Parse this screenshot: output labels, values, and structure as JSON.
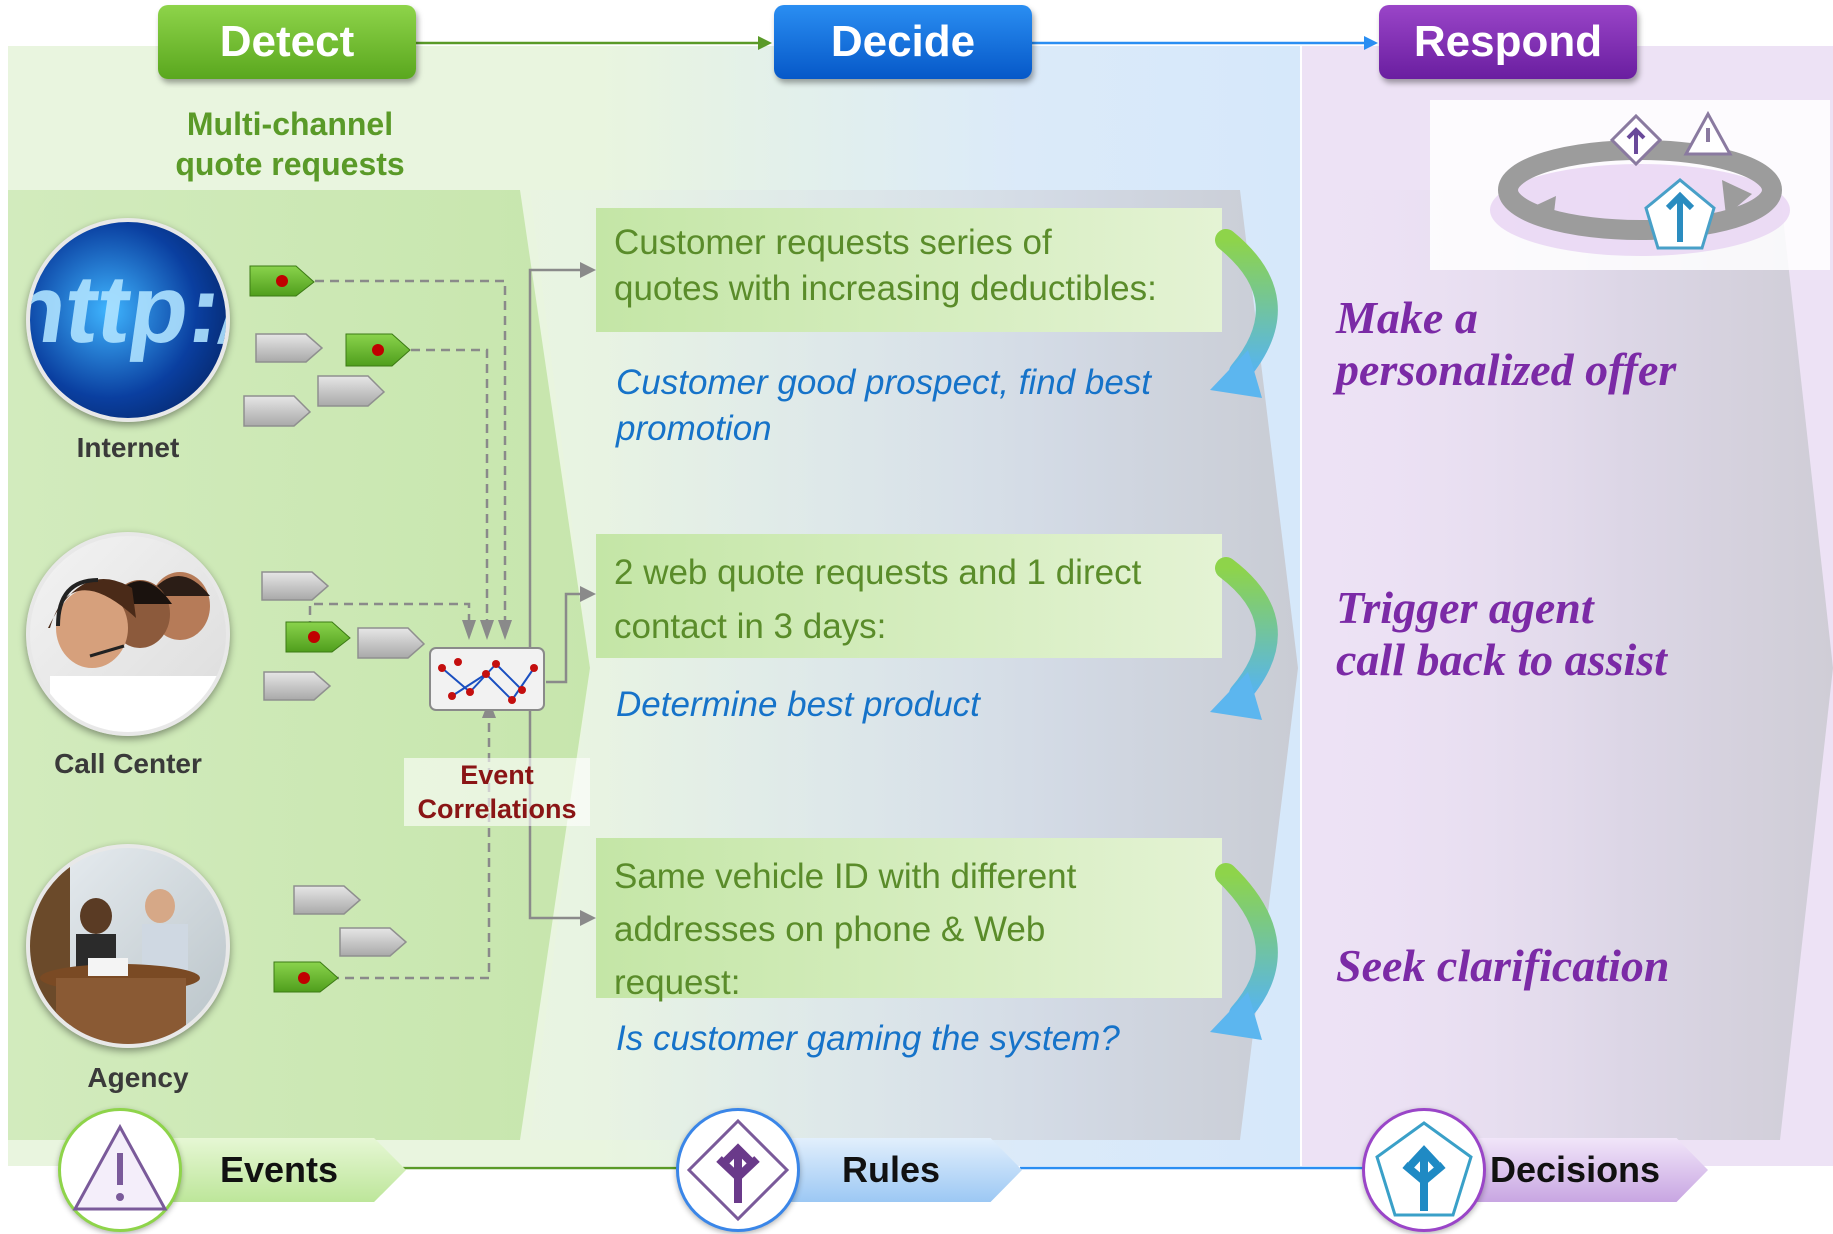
{
  "stages": {
    "detect": "Detect",
    "decide": "Decide",
    "respond": "Respond"
  },
  "detect": {
    "subtitle_line1": "Multi-channel",
    "subtitle_line2": "quote requests",
    "sources": [
      "Internet",
      "Call Center",
      "Agency"
    ],
    "correlation_line1": "Event",
    "correlation_line2": "Correlations"
  },
  "rules": [
    {
      "condition_line1": "Customer requests series of",
      "condition_line2": "quotes with increasing deductibles:",
      "conclusion_line1": "Customer good prospect, find best",
      "conclusion_line2": "promotion"
    },
    {
      "condition_line1": "2 web quote requests and 1 direct",
      "condition_line2": "contact in 3 days:",
      "conclusion_line1": "Determine best product"
    },
    {
      "condition_line1": "Same vehicle ID with different",
      "condition_line2": "addresses on phone & Web",
      "condition_line3": "request:",
      "conclusion_line1": "Is customer gaming the system?"
    }
  ],
  "decisions": [
    {
      "line1": "Make a",
      "line2": "personalized offer"
    },
    {
      "line1": "Trigger agent",
      "line2": "call back to assist"
    },
    {
      "line1": "Seek clarification"
    }
  ],
  "legend": {
    "events": "Events",
    "rules": "Rules",
    "decisions": "Decisions"
  },
  "icons": {
    "internet_photo": "http-url-photo",
    "call_center_photo": "headset-agents-photo",
    "agency_photo": "office-meeting-photo",
    "events_icon": "warning-triangle-icon",
    "rules_icon": "fork-arrows-diamond-icon",
    "decisions_icon": "split-arrows-pentagon-icon",
    "cycle_graphic": "decision-cycle-icon"
  },
  "colors": {
    "detect": "#6cba2c",
    "decide": "#0a64d6",
    "respond": "#7a2aa8",
    "rule_text": "#5a8c2a",
    "conclusion_text": "#1673c9",
    "decision_text": "#7b2aa6"
  }
}
